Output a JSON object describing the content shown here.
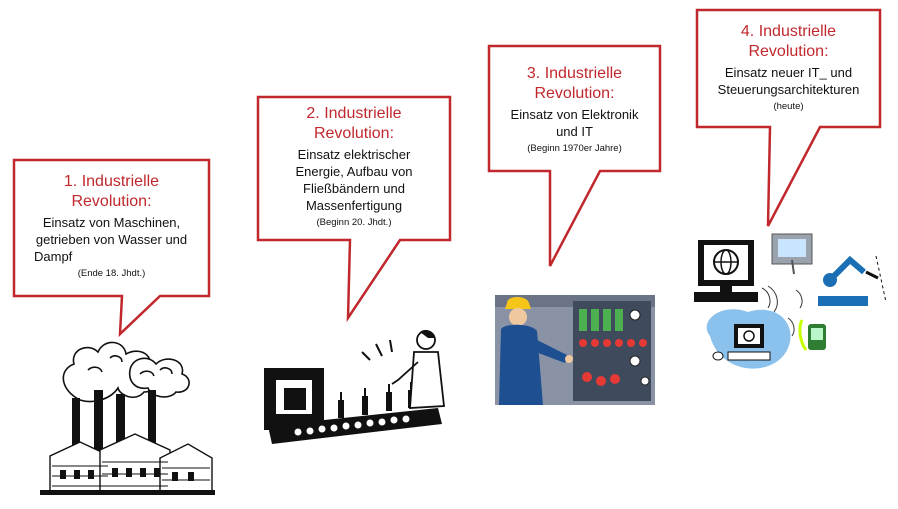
{
  "revolutions": [
    {
      "title_line1": "1. Industrielle",
      "title_line2": "Revolution:",
      "body_lines": [
        "Einsatz von Maschinen,",
        "getrieben von Wasser und",
        "Dampf"
      ],
      "note": "(Ende 18. Jhdt.)",
      "image_icon": "factory-smokestacks-icon"
    },
    {
      "title_line1": "2. Industrielle",
      "title_line2": "Revolution:",
      "body_lines": [
        "Einsatz elektrischer",
        "Energie, Aufbau von",
        "Fließbändern und",
        "Massenfertigung"
      ],
      "note": "(Beginn 20. Jhdt.)",
      "image_icon": "assembly-line-worker-icon"
    },
    {
      "title_line1": "3. Industrielle",
      "title_line2": "Revolution:",
      "body_lines": [
        "Einsatz von Elektronik",
        "und IT"
      ],
      "note": "(Beginn 1970er Jahre)",
      "image_icon": "control-panel-operator-icon"
    },
    {
      "title_line1": "4. Industrielle",
      "title_line2": "Revolution:",
      "body_lines": [
        "Einsatz neuer IT_ und",
        "Steuerungsarchitekturen"
      ],
      "note": "(heute)",
      "image_icon": "networked-devices-icon"
    }
  ],
  "colors": {
    "border": "#c0282d",
    "title": "#c0282d",
    "text": "#111111"
  }
}
